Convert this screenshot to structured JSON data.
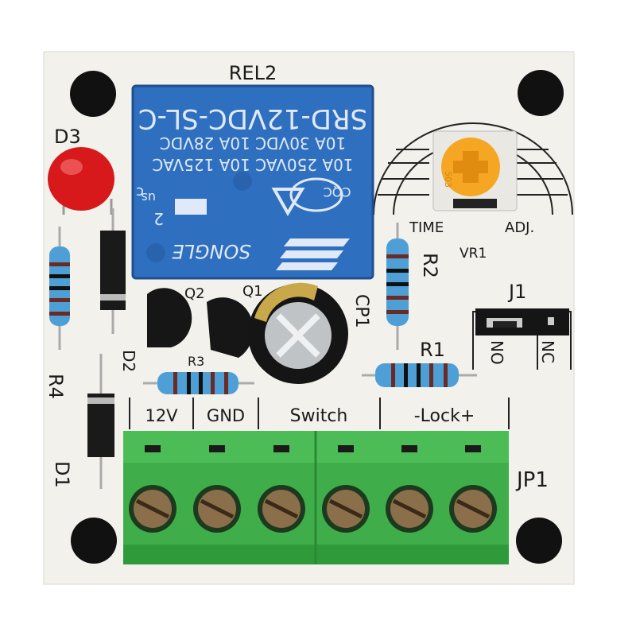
{
  "board": {
    "relay": {
      "designator": "REL2",
      "model": "SRD-12VDC-SL-C",
      "rating_line1": "10A 30VDC  10A 28VDC",
      "rating_line2": "10A 250VAC  10A 125VAC",
      "brand": "SONGLE",
      "mark_c": "c",
      "mark_us": "us",
      "mark_2": "2",
      "mark_cqc": "CQC"
    },
    "labels": {
      "d3": "D3",
      "r4": "R4",
      "d1": "D1",
      "d2": "D2",
      "q2": "Q2",
      "q1": "Q1",
      "r3": "R3",
      "cp1": "CP1",
      "r2": "R2",
      "r1": "R1",
      "vr1": "VR1",
      "time": "TIME",
      "adj": "ADJ.",
      "j1": "J1",
      "no": "NO",
      "nc": "NC",
      "jp1": "JP1"
    },
    "terminals": [
      "12V",
      "GND",
      "Switch",
      "-Lock+"
    ],
    "pot_marking": "503",
    "colors": {
      "pcb": "#f2f1ec",
      "relay": "#2f6fbf",
      "terminal": "#3fae4a",
      "led": "#d8191c",
      "pot": "#f5a623"
    }
  }
}
